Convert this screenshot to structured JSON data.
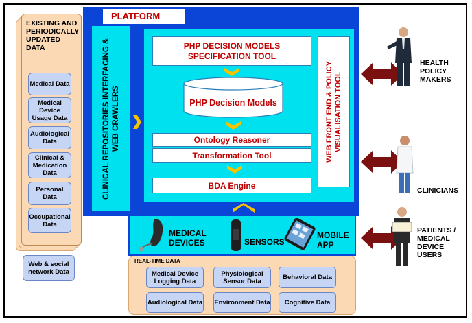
{
  "existing_data": {
    "title": "EXISTING AND PERIODICALLY UPDATED DATA",
    "items": [
      "Medical Data",
      "Medical Device Usage Data",
      "Audiological Data",
      "Clinical & Medication Data",
      "Personal Data",
      "Occupational Data"
    ],
    "web_social": "Web & social network Data"
  },
  "platform": {
    "title": "PLATFORM",
    "crawlers": "CLINICAL REPOSITORIES INTERFACING & WEB CRAWLERS",
    "spec_tool": "PHP DECISION MODELS SPECIFICATION TOOL",
    "decision_models": "PHP Decision Models",
    "ontology": "Ontology Reasoner",
    "transformation": "Transformation Tool",
    "bda": "BDA Engine",
    "web_front": "WEB FRONT END & POLICY VISUALISATION TOOL"
  },
  "devices": {
    "medical": "MEDICAL DEVICES",
    "sensors": "SENSORS",
    "mobile": "MOBILE APP"
  },
  "realtime": {
    "title": "REAL-TIME DATA",
    "items": [
      "Medical Device Logging Data",
      "Physiological Sensor Data",
      "Behavioral Data",
      "Audiological Data",
      "Environment Data",
      "Cognitive Data"
    ]
  },
  "actors": {
    "policy": "HEALTH POLICY MAKERS",
    "clinicians": "CLINICIANS",
    "patients": "PATIENTS / MEDICAL DEVICE USERS"
  },
  "colors": {
    "platform_blue": "#0b45d8",
    "cyan": "#00e1f0",
    "accent": "#c00000",
    "arrow": "#7a1010",
    "chevron": "#f5c400"
  }
}
